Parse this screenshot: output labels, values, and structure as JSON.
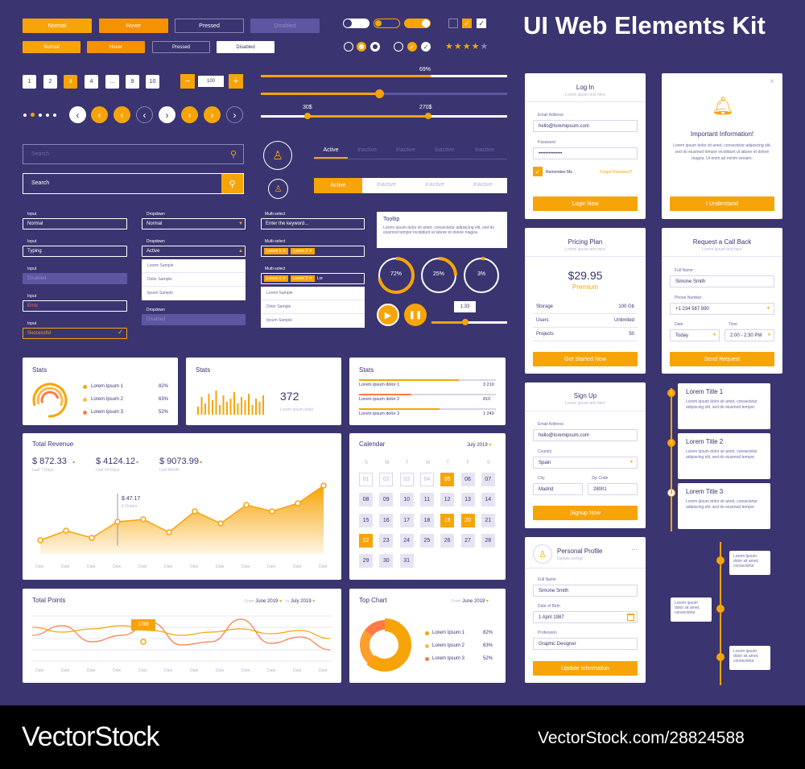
{
  "title": "UI Web Elements Kit",
  "buttons": {
    "normal": "Normal",
    "hover": "Hover",
    "pressed": "Pressed",
    "disabled": "Disabled"
  },
  "pagination": [
    "1",
    "2",
    "3",
    "4",
    "...",
    "9",
    "10"
  ],
  "stepper": {
    "minus": "−",
    "value": "100",
    "plus": "+"
  },
  "sliders": {
    "progress": "69%",
    "range_min": "30$",
    "range_max": "270$"
  },
  "search": {
    "placeholder": "Search",
    "value": "Search"
  },
  "tabs": {
    "active": "Active",
    "inactive": "Inactive"
  },
  "inputs": {
    "label": "Input",
    "normal": "Normal",
    "typing": "Typing",
    "disabled": "Disabled",
    "error": "Error",
    "success": "Successful"
  },
  "dropdowns": {
    "label": "Dropdown",
    "normal": "Normal",
    "active": "Active",
    "options": [
      "Lorem Sample",
      "Dolor Sample",
      "Ipsum Sample"
    ],
    "disabled": "Disabled"
  },
  "multiselect": {
    "label": "Multi-select",
    "placeholder": "Enter the keyword...",
    "tag1": "Lorem 1",
    "tag2": "Lorem 2",
    "typing": "Lor",
    "options": [
      "Lorem Sample",
      "Dolor Sample",
      "Ipsum Sample"
    ]
  },
  "tooltip": {
    "title": "Tooltip",
    "text": "Lorem ipsum dolor sit amet, consectetur adipiscing elit, sed do eiusmod tempor incididunt ut labore et dolore magna."
  },
  "progress_circles": [
    "72%",
    "25%",
    "3%"
  ],
  "player": {
    "time": "1:33"
  },
  "stats1": {
    "title": "Stats",
    "items": [
      {
        "name": "Lorem Ipsum 1",
        "value": "82%"
      },
      {
        "name": "Lorem Ipsum 2",
        "value": "63%"
      },
      {
        "name": "Lorem Ipsum 3",
        "value": "52%"
      }
    ]
  },
  "stats2": {
    "title": "Stats",
    "value": "372",
    "caption": "Lorem ipsum dolor"
  },
  "stats3": {
    "title": "Stats",
    "items": [
      {
        "name": "Lorem ipsum dolor 1",
        "value": "3 210"
      },
      {
        "name": "Lorem ipsum dolor 2",
        "value": "810"
      },
      {
        "name": "Lorem ipsum dolor 3",
        "value": "1 240"
      }
    ]
  },
  "revenue": {
    "title": "Total Revenue",
    "kpis": [
      {
        "value": "$ 872.33",
        "caption": "Last 7 Days"
      },
      {
        "value": "$ 4124.12",
        "caption": "Last 14 Days"
      },
      {
        "value": "$ 9073.99",
        "caption": "Last Month"
      }
    ],
    "tooltip_value": "$ 47.17",
    "tooltip_caption": "6 Orders",
    "xlabel": "Date"
  },
  "calendar": {
    "title": "Calendar",
    "month": "July 2019",
    "days": [
      "S",
      "M",
      "T",
      "W",
      "T",
      "F",
      "S"
    ]
  },
  "points": {
    "title": "Total Points",
    "from_label": "From",
    "from": "June 2019",
    "to_label": "to",
    "to": "July 2019",
    "tooltip": "1789",
    "xlabel": "Date"
  },
  "topchart": {
    "title": "Top Chart",
    "from_label": "From",
    "from": "June 2019",
    "items": [
      {
        "name": "Lorem Ipsum 1",
        "value": "82%"
      },
      {
        "name": "Lorem Ipsum 2",
        "value": "63%"
      },
      {
        "name": "Lorem Ipsum 3",
        "value": "52%"
      }
    ]
  },
  "login": {
    "title": "Log In",
    "sub": "Lorem ipsum text here",
    "email_label": "Email Address",
    "email": "hello@loremipsum.com",
    "password_label": "Password",
    "password": "••••••••••••••",
    "remember": "Remember Me",
    "forgot": "Forgot Password?",
    "button": "Login Now"
  },
  "info": {
    "title": "Important Information!",
    "text": "Lorem ipsum dolor sit amet, consectetur adipiscing elit, sed do eiusmod tempor incididunt ut labore et dolore magna. Ut enim ad minim veniam.",
    "button": "I Understand",
    "close": "×"
  },
  "pricing": {
    "title": "Pricing Plan",
    "sub": "Lorem ipsum text here",
    "price": "$29.95",
    "plan": "Premium",
    "rows": [
      {
        "k": "Storage",
        "v": "100 Gb"
      },
      {
        "k": "Users",
        "v": "Unlimited"
      },
      {
        "k": "Projects",
        "v": "50"
      }
    ],
    "button": "Get Started Now"
  },
  "callback": {
    "title": "Request a Call Back",
    "sub": "Lorem ipsum text here",
    "name_label": "Full Name",
    "name": "Simone Smith",
    "phone_label": "Phone Number",
    "phone": "+1 234 567 890",
    "date_label": "Date",
    "date": "Today",
    "time_label": "Time",
    "time": "2:00 - 2:30 PM",
    "button": "Send Request"
  },
  "signup": {
    "title": "Sign Up",
    "sub": "Lorem ipsum text here",
    "email_label": "Email Address",
    "email": "hello@loremipsum.com",
    "country_label": "Country",
    "country": "Spain",
    "city_label": "City",
    "city": "Madrid",
    "zip_label": "Zip Code",
    "zip": "28001",
    "button": "Signup Now"
  },
  "profile": {
    "title": "Personal Profile",
    "sub": "Update usergc",
    "more": "···",
    "name_label": "Full Name",
    "name": "Simone Smith",
    "dob_label": "Date of Birth",
    "dob": "1 April 1987",
    "prof_label": "Profession",
    "prof": "Graphic Designer",
    "button": "Update Information"
  },
  "timeline": [
    {
      "n": "1",
      "title": "Lorem Title 1",
      "text": "Lorem ipsum dolor sit amet, consectetur adipiscing elit, sed do eiusmod tempor."
    },
    {
      "n": "2",
      "title": "Lorem Title 2",
      "text": "Lorem ipsum dolor sit amet, consectetur adipiscing elit, sed do eiusmod tempor."
    },
    {
      "n": "3",
      "title": "Lorem Title 3",
      "text": "Lorem ipsum dolor sit amet, consectetur adipiscing elit, sed do eiusmod tempor."
    }
  ],
  "timeline2": {
    "text": "Lorem ipsum dolor sit amet, consectetur"
  },
  "footer": {
    "brand": "VectorStock",
    "url": "VectorStock.com/28824588"
  },
  "colors": {
    "accent": "#f7a408",
    "bg": "#3a3470"
  }
}
